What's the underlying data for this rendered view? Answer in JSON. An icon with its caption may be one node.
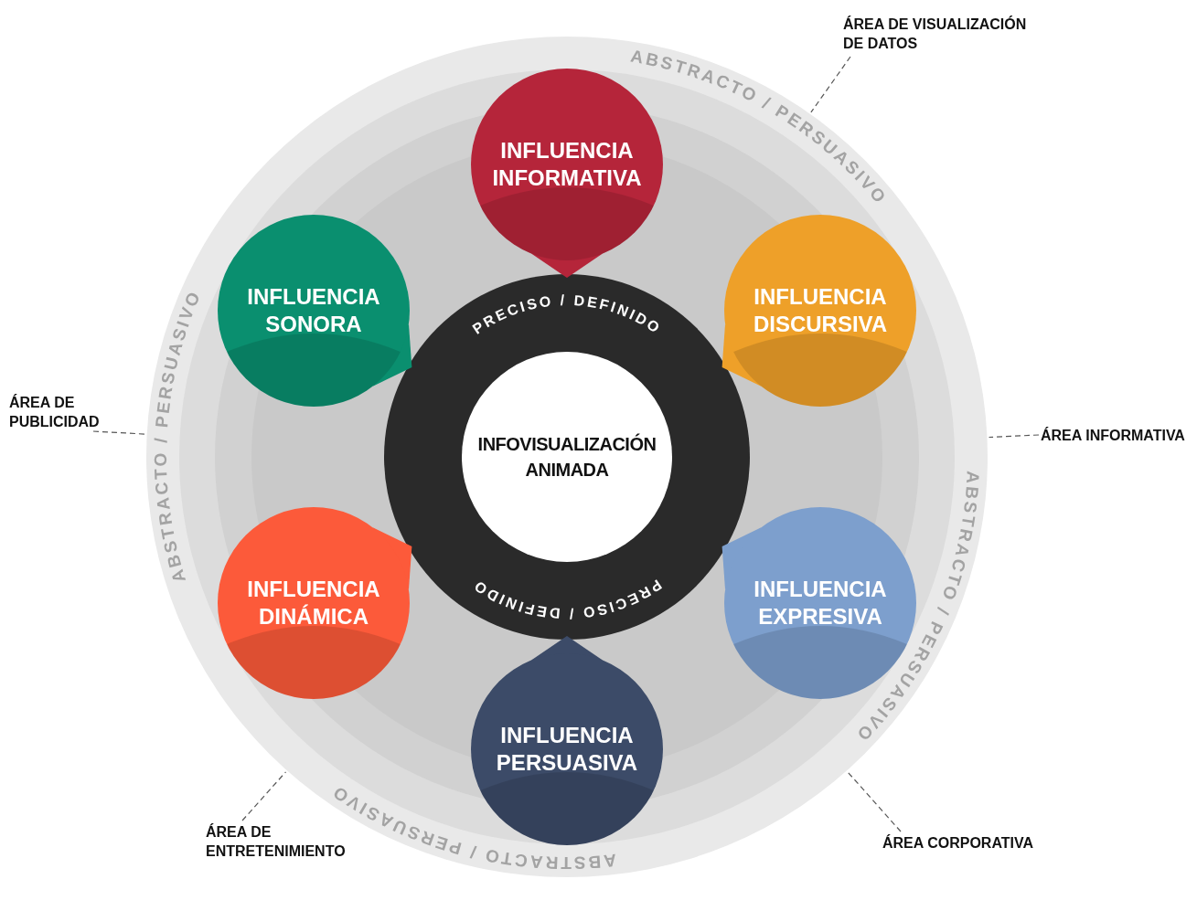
{
  "diagram": {
    "nodes": [
      {
        "text": [
          "ABSTRACTO / PERSUASIVO",
          "ABSTRACTO / PERSUASIVO",
          "ABSTRACTO / PERSUASIVO",
          "ABSTRACTO / PERSUASIVO"
        ]
      },
      {
        "text": [
          "PRECISO / DEFINIDO",
          "PRECISO / DEFINIDO"
        ],
        "in": 0
      },
      {
        "text": [
          "INFOVISUALIZACIÓN ANIMADA"
        ],
        "in": 1
      },
      {
        "text": [
          "INFLUENCIA INFORMATIVA"
        ],
        "in": 0
      },
      {
        "text": [
          "INFLUENCIA SONORA"
        ],
        "in": 0
      },
      {
        "text": [
          "INFLUENCIA DISCURSIVA"
        ],
        "in": 0
      },
      {
        "text": [
          "INFLUENCIA DINÁMICA"
        ],
        "in": 0
      },
      {
        "text": [
          "INFLUENCIA EXPRESIVA"
        ],
        "in": 0
      },
      {
        "text": [
          "INFLUENCIA PERSUASIVA"
        ],
        "in": 0
      },
      {
        "text": [
          "ÁREA DE VISUALIZACIÓN DE DATOS"
        ]
      },
      {
        "text": [
          "ÁREA DE PUBLICIDAD"
        ]
      },
      {
        "text": [
          "ÁREA INFORMATIVA"
        ]
      },
      {
        "text": [
          "ÁREA DE ENTRETENIMIENTO"
        ]
      },
      {
        "text": [
          "ÁREA CORPORATIVA"
        ]
      }
    ],
    "edges": [
      {
        "from": 9,
        "to": 0,
        "arrow": "none",
        "style": "dashed"
      },
      {
        "from": 10,
        "to": 0,
        "arrow": "none",
        "style": "dashed"
      },
      {
        "from": 11,
        "to": 0,
        "arrow": "none",
        "style": "dashed"
      },
      {
        "from": 12,
        "to": 0,
        "arrow": "none",
        "style": "dashed"
      },
      {
        "from": 13,
        "to": 0,
        "arrow": "none",
        "style": "dashed"
      }
    ]
  }
}
